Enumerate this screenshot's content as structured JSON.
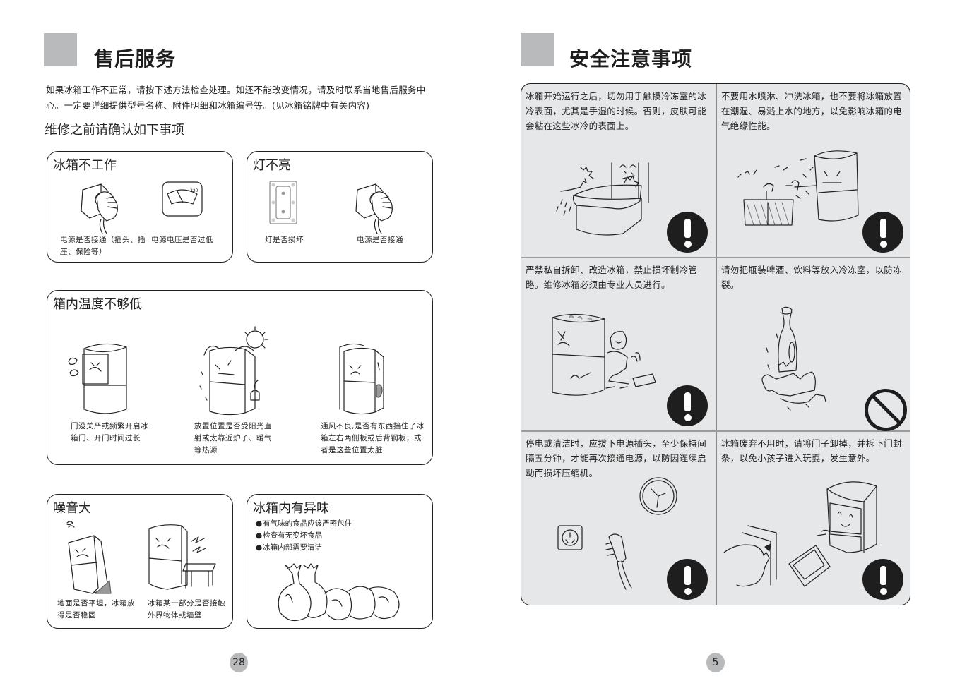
{
  "left_page": {
    "title": "售后服务",
    "intro": "如果冰箱工作不正常，请按下述方法检查处理。如还不能改变情况，请及时联系当地售后服务中心。一定要详细提供型号名称、附件明细和冰箱编号等。(见冰箱铭牌中有关内容)",
    "subheading": "维修之前请确认如下事项",
    "sections": {
      "not_working": {
        "title": "冰箱不工作",
        "items": [
          {
            "icon": "power-plug-socket-icon",
            "caption": "电源是否接通（插头、插座、保险等）"
          },
          {
            "icon": "voltmeter-icon",
            "caption": "电源电压是否过低"
          }
        ]
      },
      "light_off": {
        "title": "灯不亮",
        "items": [
          {
            "icon": "lamp-cover-icon",
            "caption": "灯是否损坏"
          },
          {
            "icon": "power-plug-socket-icon",
            "caption": "电源是否接通"
          }
        ]
      },
      "not_cold": {
        "title": "箱内温度不够低",
        "items": [
          {
            "icon": "fridge-door-open-icon",
            "caption": "门没关严或频繁开启冰箱门、开门时间过长"
          },
          {
            "icon": "fridge-sun-heat-icon",
            "caption": "放置位置是否受阳光直射或太靠近炉子、暖气等热源"
          },
          {
            "icon": "fridge-against-wall-icon",
            "caption": "通风不良,是否有东西挡住了冰箱左右两侧板或后背钢板，或者是这些位置太脏"
          }
        ]
      },
      "noise": {
        "title": "噪音大",
        "items": [
          {
            "icon": "fridge-tilted-icon",
            "caption": "地面是否平坦，冰箱放得是否稳固"
          },
          {
            "icon": "fridge-touching-table-icon",
            "caption": "冰箱某一部分是否接触外界物体或墙壁"
          }
        ]
      },
      "odor": {
        "title": "冰箱内有异味",
        "bullets": [
          "有气味的食品应该严密包住",
          "检查有无变坏食品",
          "冰箱内部需要清洁"
        ],
        "icon": "wrapped-food-bags-icon"
      }
    },
    "page_number": "28"
  },
  "right_page": {
    "title": "安全注意事项",
    "cells": [
      {
        "text": "冰箱开始运行之后，切勿用手触摸冷冻室的冰冷表面，尤其是手湿的时候。否则，皮肤可能会粘在这些冰冷的表面上。",
        "icon": "wet-hands-freezer-icon",
        "sign": "warning"
      },
      {
        "text": "不要用水喷淋、冲洗冰箱，也不要将冰箱放置在潮湿、易溅上水的地方，以免影响冰箱的电气绝缘性能。",
        "icon": "water-splash-fridge-icon",
        "sign": "warning"
      },
      {
        "text": "严禁私自拆卸、改造冰箱，禁止损坏制冷管路。维修冰箱必须由专业人员进行。",
        "icon": "person-disassembling-fridge-icon",
        "sign": "warning"
      },
      {
        "text": "请勿把瓶装啤酒、饮料等放入冷冻室，以防冻裂。",
        "icon": "broken-bottles-icon",
        "sign": "prohibited"
      },
      {
        "text": "停电或清洁时，应拔下电源插头，至少保持间隔五分钟，才能再次接通电源，以防因连续启动而损坏压缩机。",
        "icon": "clock-socket-plug-icon",
        "sign": "warning"
      },
      {
        "text": "冰箱废弃不用时，请将门子卸掉，并拆下门封条，以免小孩子进入玩耍，发生意外。",
        "icon": "fridge-door-removal-icon",
        "sign": "warning"
      }
    ],
    "page_number": "5"
  }
}
